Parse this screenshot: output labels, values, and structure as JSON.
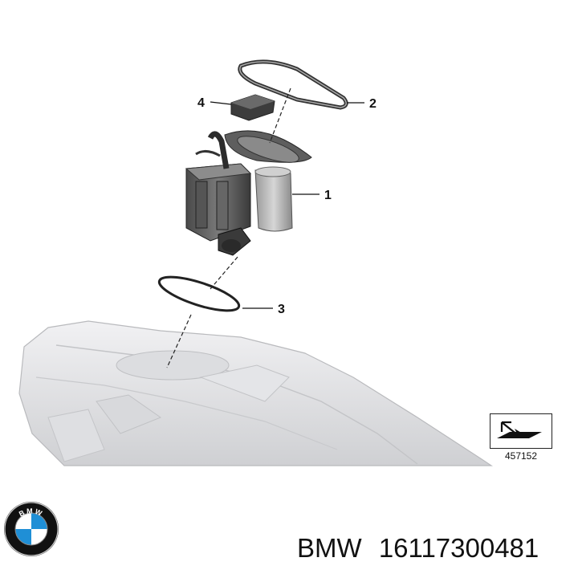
{
  "callouts": {
    "c1": "1",
    "c2": "2",
    "c3": "3",
    "c4": "4"
  },
  "diagram_ref": "457152",
  "logo": {
    "text": "BMW",
    "icon": "bmw-roundel-icon",
    "colors": {
      "blue": "#1f8fd6",
      "ring": "#111111",
      "white": "#ffffff"
    }
  },
  "caption": {
    "brand": "BMW",
    "part_number": "16117300481"
  }
}
